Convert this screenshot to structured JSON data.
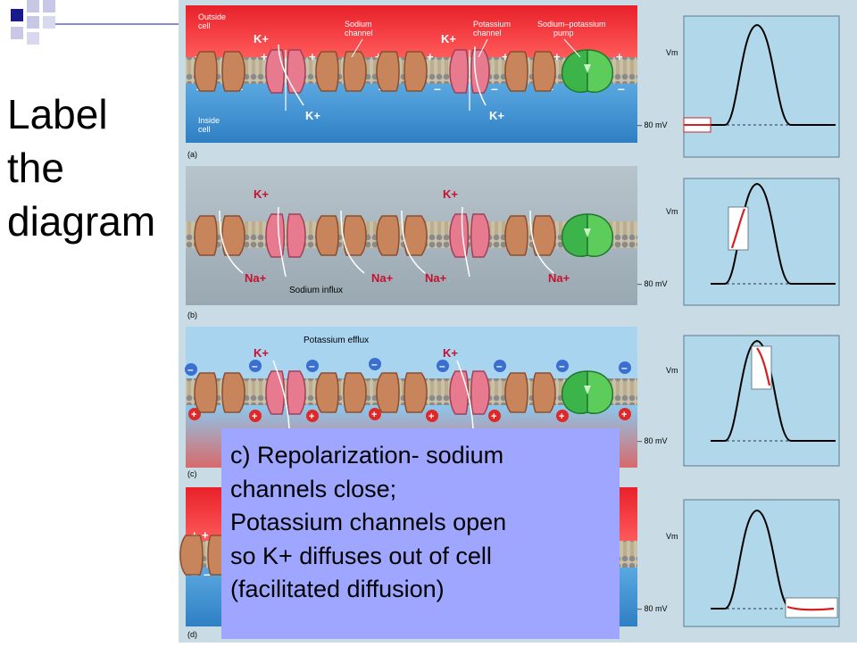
{
  "slide": {
    "title_lines": [
      "Label",
      "the",
      "diagram"
    ]
  },
  "figure": {
    "outside_cell_label": [
      "Outside",
      "cell"
    ],
    "inside_cell_label": [
      "Inside",
      "cell"
    ],
    "sodium_channel_label": [
      "Sodium",
      "channel"
    ],
    "potassium_channel_label": [
      "Potassium",
      "channel"
    ],
    "pump_label": [
      "Sodium–potassium",
      "pump"
    ],
    "k_ion": "K+",
    "na_ion": "Na+",
    "sodium_influx_label": "Sodium influx",
    "potassium_efflux_label": "Potassium efflux",
    "panel_letters": [
      "(a)",
      "(b)",
      "(c)",
      "(d)"
    ],
    "graph_y_label": "Vm",
    "graph_resting_label": "– 80 mV"
  },
  "callout": {
    "lines": [
      "c) Repolarization- sodium",
      "channels close;",
      "Potassium channels open",
      "so K+ diffuses out of cell",
      "(facilitated diffusion)"
    ]
  },
  "colors": {
    "accent_square": "#1a1a8c",
    "light_square": "#c8c8e6",
    "callout_bg": "#9ea6ff",
    "outside_red": "#e8202a",
    "inside_blue": "#3a8fd0",
    "graph_bg": "#b0d8ea",
    "highlight_red": "#d42020"
  }
}
